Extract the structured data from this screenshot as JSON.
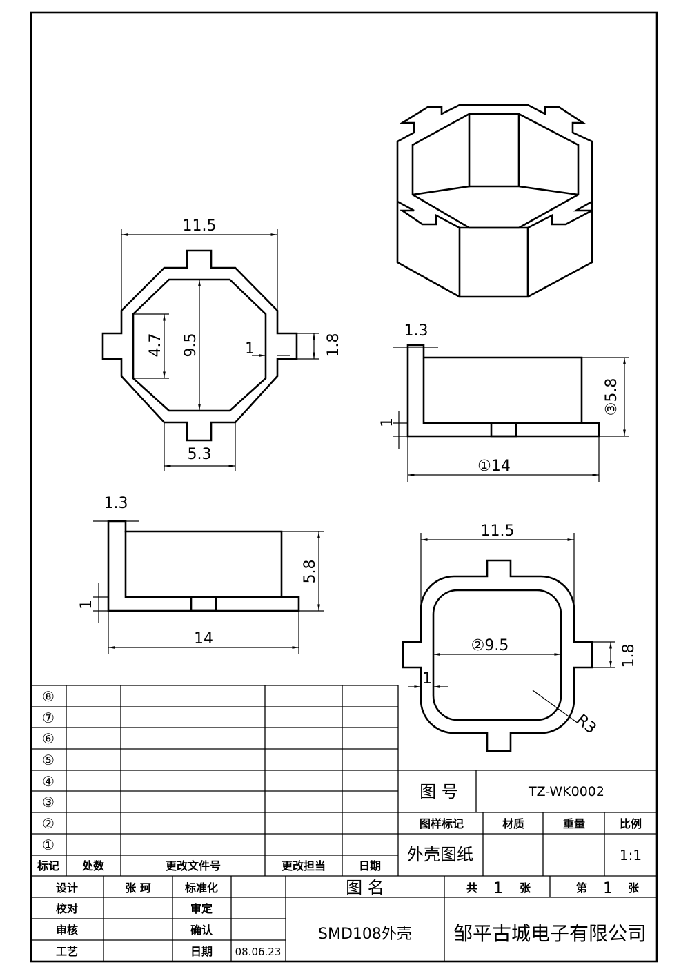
{
  "views": {
    "top_octagon": {
      "width": "11.5",
      "inner_height": "9.5",
      "flat": "4.7",
      "tab": "1.8",
      "wall": "1",
      "bottom_flat": "5.3"
    },
    "side_right": {
      "wall": "1.3",
      "height": "③5.8",
      "base": "1",
      "length": "①14"
    },
    "side_left": {
      "wall": "1.3",
      "height": "5.8",
      "base": "1",
      "length": "14"
    },
    "top_square": {
      "width": "11.5",
      "inner": "②9.5",
      "tab": "1.8",
      "wall": "1",
      "radius": "R3"
    }
  },
  "revision_table": {
    "marks": [
      "⑧",
      "⑦",
      "⑥",
      "⑤",
      "④",
      "③",
      "②",
      "①"
    ],
    "headers": [
      "标记",
      "处数",
      "更改文件号",
      "更改担当",
      "日期"
    ]
  },
  "title_block": {
    "drawing_no_label": "图 号",
    "drawing_no": "TZ-WK0002",
    "col_headers": [
      "图样标记",
      "材质",
      "重量",
      "比例"
    ],
    "sample_mark": "外壳图纸",
    "scale": "1:1",
    "design_label": "设计",
    "designer": "张 珂",
    "standard_label": "标准化",
    "name_label": "图 名",
    "total_label": "共",
    "total": "1",
    "total_unit": "张",
    "sheet_label": "第",
    "sheet": "1",
    "sheet_unit": "张",
    "check_label": "校对",
    "approve_label": "审定",
    "review_label": "审核",
    "confirm_label": "确认",
    "process_label": "工艺",
    "date_label": "日期",
    "date": "08.06.23",
    "part_name": "SMD108外壳",
    "company": "邹平古城电子有限公司"
  }
}
